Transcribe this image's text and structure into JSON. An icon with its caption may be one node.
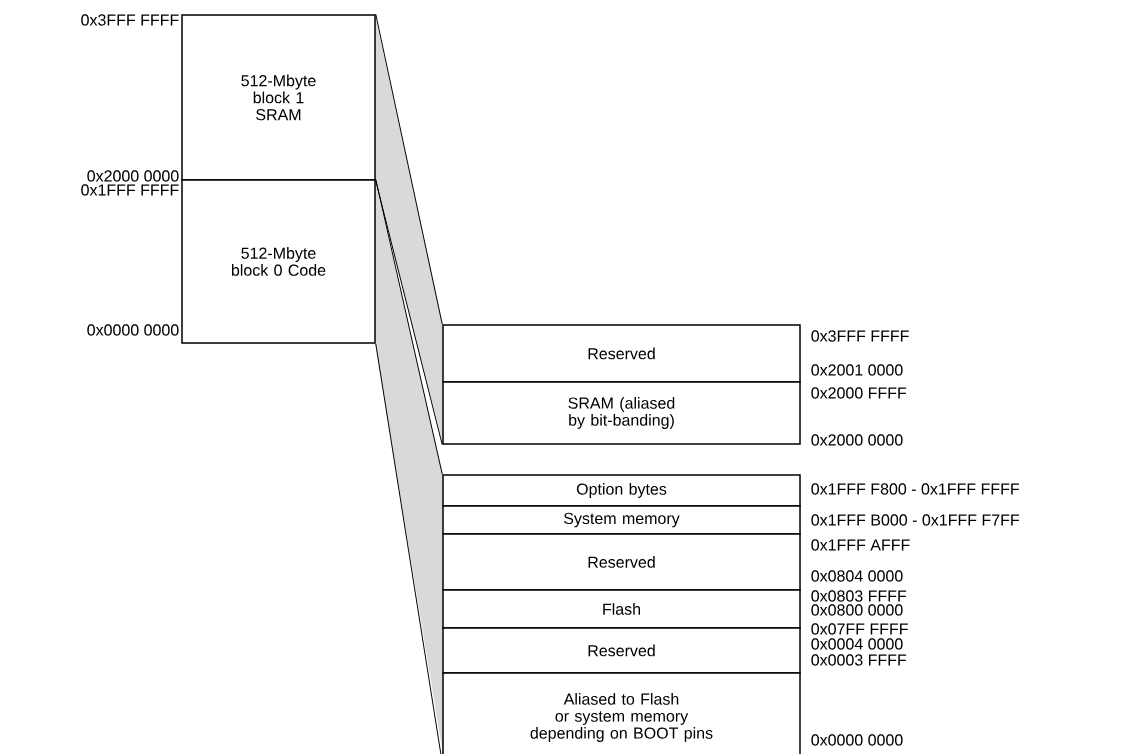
{
  "diagram": {
    "nodes": [
      {
        "text": [
          "512-Mbyte block 1 SRAM"
        ],
        "beside": [
          "0x3FFF FFFF",
          "0x2000 0000"
        ]
      },
      {
        "text": [
          "512-Mbyte block 0 Code"
        ],
        "beside": [
          "0x1FFF FFFF",
          "0x0000 0000"
        ]
      },
      {
        "text": [
          "Reserved"
        ],
        "beside": [
          "0x3FFF FFFF",
          "0x2001 0000"
        ]
      },
      {
        "text": [
          "SRAM (aliased by bit-banding)"
        ],
        "beside": [
          "0x2000 FFFF",
          "0x2000 0000"
        ]
      },
      {
        "text": [
          "Option bytes"
        ],
        "beside": [
          "0x1FFF F800 - 0x1FFF FFFF"
        ]
      },
      {
        "text": [
          "System memory"
        ],
        "beside": [
          "0x1FFF B000 - 0x1FFF F7FF"
        ]
      },
      {
        "text": [
          "Reserved"
        ],
        "beside": [
          "0x1FFF AFFF",
          "0x0804 0000"
        ]
      },
      {
        "text": [
          "Flash"
        ],
        "beside": [
          "0x0803 FFFF",
          "0x0800 0000"
        ]
      },
      {
        "text": [
          "Reserved"
        ],
        "beside": [
          "0x07FF FFFF",
          "0x0004 0000"
        ]
      },
      {
        "text": [
          "Aliased to Flash or system memory depending on BOOT pins"
        ],
        "beside": [
          "0x0003 FFFF",
          "0x0000 0000"
        ]
      }
    ],
    "edges": [
      {
        "from": 0,
        "to": 2,
        "arrow": "none"
      },
      {
        "from": 0,
        "to": 3,
        "arrow": "none"
      },
      {
        "from": 1,
        "to": 4,
        "arrow": "none"
      },
      {
        "from": 1,
        "to": 9,
        "arrow": "none"
      }
    ]
  }
}
